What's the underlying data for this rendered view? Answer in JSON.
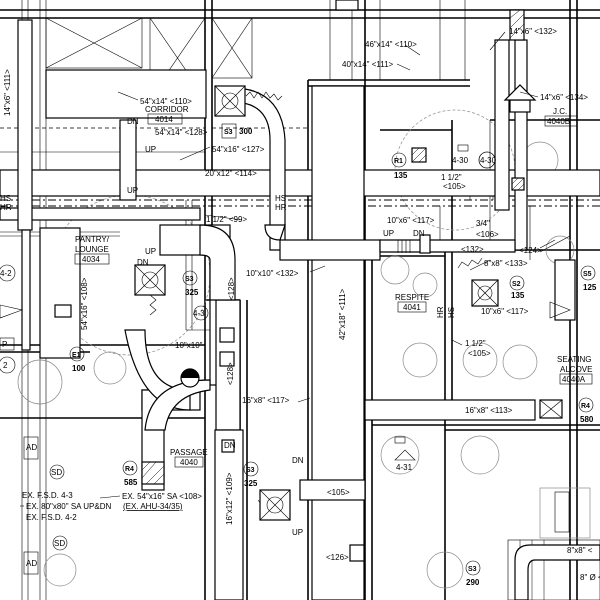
{
  "rooms": {
    "corridor": {
      "name": "CORRIDOR",
      "number": "4014"
    },
    "pantry": {
      "name_line1": "PANTRY/",
      "name_line2": "LOUNGE",
      "number": "4034"
    },
    "passage": {
      "name": "PASSAGE",
      "number": "4040"
    },
    "respite": {
      "name": "RESPITE",
      "number": "4041"
    },
    "seating": {
      "name_line1": "SEATING",
      "name_line2": "ALCOVE",
      "number": "4040A"
    },
    "jc": {
      "name": "J.C.",
      "number": "4040B"
    }
  },
  "duct_labels": {
    "d1": "54\"x14\" <110>",
    "d2": "54\"x14\" <128>",
    "d3": "54\"x16\" <127>",
    "d4": "20\"x12\" <114>",
    "d5": "14\"x6\" <111>",
    "d6": "46\"x14\" <110>",
    "d7": "40\"x14\" <111>",
    "d8": "14\"x6\" <132>",
    "d9": "14\"x6\" <134>",
    "d10": "54\"x16\" <108>",
    "d11": "10\"x10\" <132>",
    "d12": "42\"x18\" <111>",
    "d13": "<128>",
    "d14": "10\"x10\"",
    "d15": "<128>",
    "d16": "16\"x8\" <117>",
    "d17": "16\"x12\" <109>",
    "d18": "10\"x6\" <117>",
    "d19": "<132>",
    "d20": "<124>",
    "d21": "8\"x8\" <133>",
    "d22": "10\"x6\" <117>",
    "d23": "16\"x8\" <113>",
    "d24": "<105>",
    "d25": "<126>",
    "d26": "8\"x8\" <",
    "d27": "8\" Ø <"
  },
  "pipe_labels": {
    "p1": "1 1/2\" <99>",
    "p2": "1 1/2\"",
    "p3": "<105>",
    "p4": "3/4\"",
    "p5": "<106>",
    "p6": "1 1/2\"",
    "p7": "<105>",
    "hs": "HS",
    "hr": "HR",
    "hs2": "HS",
    "hr2": "HR",
    "hr3": "HR",
    "hs3": "HS"
  },
  "flow": {
    "dn": "DN",
    "up": "UP"
  },
  "tags": {
    "s3_a": {
      "type": "S3",
      "cfm": "300"
    },
    "s3_b": {
      "type": "S3",
      "cfm": "325"
    },
    "s3_c": {
      "type": "S3",
      "cfm": "325"
    },
    "s3_d": {
      "type": "S3",
      "cfm": "290"
    },
    "s2": {
      "type": "S2",
      "cfm": "135"
    },
    "s5": {
      "type": "S5",
      "cfm": "125"
    },
    "r1": {
      "type": "R1",
      "cfm": "135"
    },
    "r4_a": {
      "type": "R4",
      "cfm": "580"
    },
    "r4_b": {
      "type": "R4",
      "cfm": "585"
    },
    "e1": {
      "type": "E1",
      "cfm": "100"
    }
  },
  "devices": {
    "t430": "4-30",
    "t431": "4-31",
    "t43": "4-3",
    "t42": "4-2",
    "sd": "SD",
    "ad": "AD",
    "p": "P",
    "two": "2"
  },
  "notes": {
    "n1": "EX. F.S.D. 4-3",
    "n2": "EX. 80\"x80\" SA UP&DN",
    "n3": "(EX. AHU-34/35)",
    "n4": "EX. F.S.D. 4-2",
    "n5": "EX. 54\"x16\" SA <108>"
  }
}
